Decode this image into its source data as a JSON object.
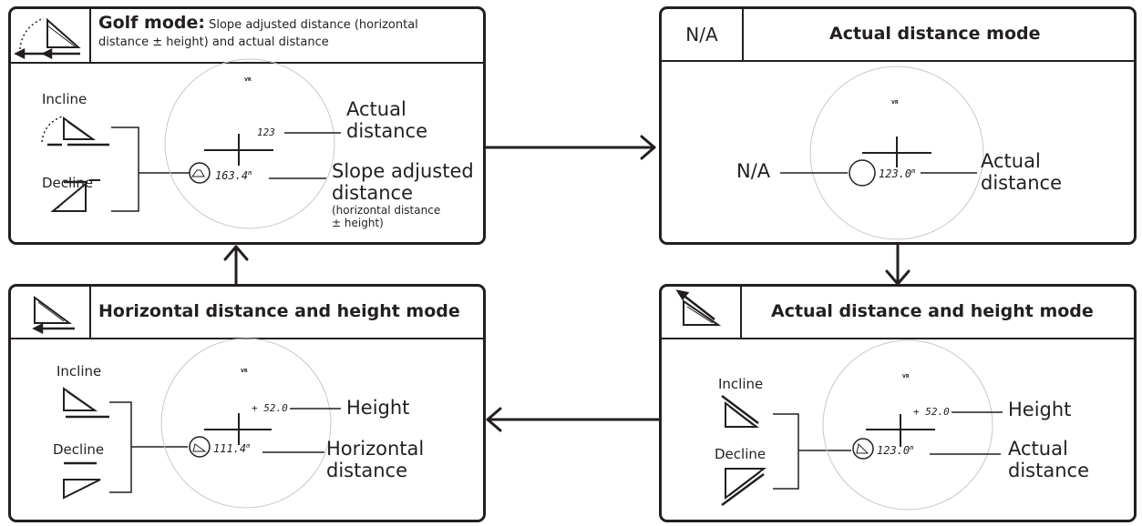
{
  "golf": {
    "title": "Golf mode:",
    "desc_line1": " Slope adjusted distance (horizontal",
    "desc_line2": "distance ± height) and actual distance",
    "incline": "Incline",
    "decline": "Decline",
    "readout_top": "123",
    "readout_main": "163.4",
    "unit": "m",
    "vr": "VR",
    "label_actual_1": "Actual",
    "label_actual_2": "distance",
    "label_slope_1": "Slope adjusted",
    "label_slope_2": "distance",
    "label_slope_3": "(horizontal distance",
    "label_slope_4": "± height)"
  },
  "actual": {
    "na_cell": "N/A",
    "title": "Actual distance mode",
    "na_label": "N/A",
    "readout_main": "123.0",
    "unit": "m",
    "vr": "VR",
    "label_1": "Actual",
    "label_2": "distance"
  },
  "horizontal": {
    "title": "Horizontal distance and height mode",
    "incline": "Incline",
    "decline": "Decline",
    "readout_top": "+ 52.0",
    "readout_main": "111.4",
    "unit": "m",
    "vr": "VR",
    "label_height": "Height",
    "label_horiz_1": "Horizontal",
    "label_horiz_2": "distance"
  },
  "actual_height": {
    "title": "Actual distance and height mode",
    "incline": "Incline",
    "decline": "Decline",
    "readout_top": "+ 52.0",
    "readout_main": "123.0",
    "unit": "m",
    "vr": "VR",
    "label_height": "Height",
    "label_actual_1": "Actual",
    "label_actual_2": "distance"
  }
}
